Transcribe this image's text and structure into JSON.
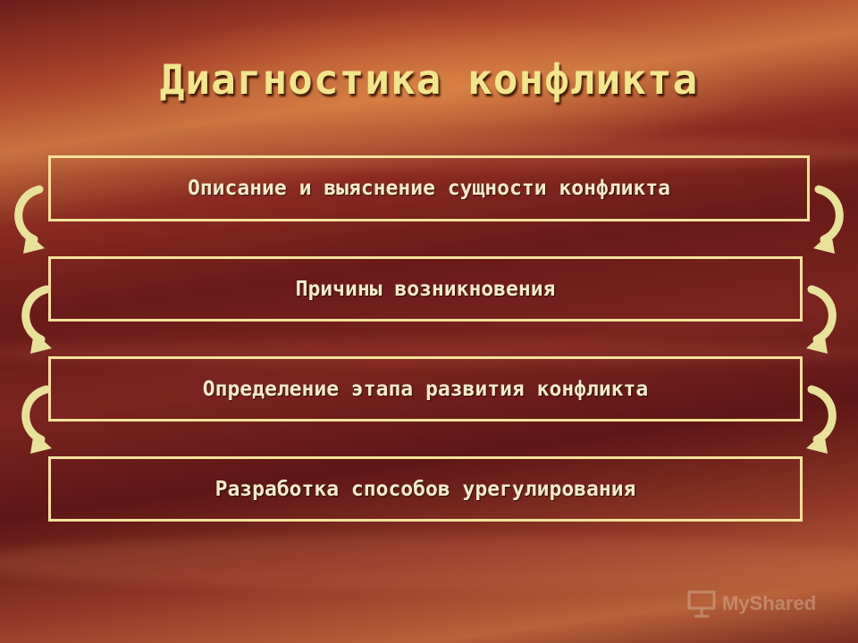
{
  "slide": {
    "title": "Диагностика конфликта",
    "steps": [
      {
        "label": "Описание и выяснение сущности конфликта"
      },
      {
        "label": "Причины возникновения"
      },
      {
        "label": "Определение этапа развития конфликта"
      },
      {
        "label": "Разработка способов урегулирования"
      }
    ]
  },
  "watermark": {
    "text": "MyShared"
  },
  "colors": {
    "accent": "#f0e68c",
    "box_border": "#f2e29a",
    "arrow": "#e6e29a"
  }
}
